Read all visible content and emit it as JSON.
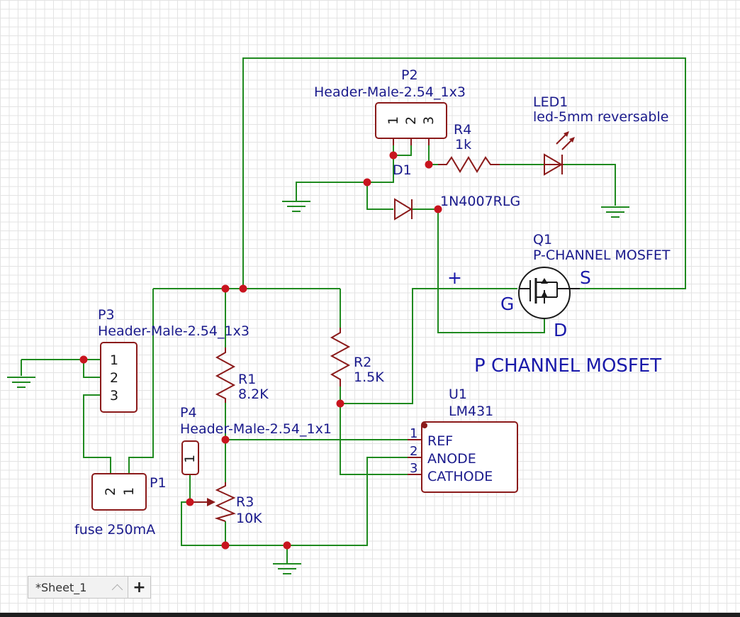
{
  "components": {
    "p2": {
      "ref": "P2",
      "value": "Header-Male-2.54_1x3",
      "pins": [
        "1",
        "2",
        "3"
      ]
    },
    "led1": {
      "ref": "LED1",
      "value": "led-5mm reversable"
    },
    "r4": {
      "ref": "R4",
      "value": "1k"
    },
    "d1": {
      "ref": "D1",
      "value": "1N4007RLG"
    },
    "q1": {
      "ref": "Q1",
      "value": "P-CHANNEL MOSFET",
      "pin_plus": "+",
      "pin_g": "G",
      "pin_s": "S",
      "pin_d": "D"
    },
    "p3": {
      "ref": "P3",
      "value": "Header-Male-2.54_1x3",
      "pins": [
        "1",
        "2",
        "3"
      ]
    },
    "r1": {
      "ref": "R1",
      "value": "8.2K"
    },
    "r2": {
      "ref": "R2",
      "value": "1.5K"
    },
    "r3": {
      "ref": "R3",
      "value": "10K"
    },
    "p4": {
      "ref": "P4",
      "value": "Header-Male-2.54_1x1",
      "pins": [
        "1"
      ]
    },
    "p1": {
      "ref": "P1",
      "value": "fuse 250mA",
      "pins": [
        "2",
        "1"
      ]
    },
    "u1": {
      "ref": "U1",
      "value": "LM431",
      "pin_numbers": [
        "1",
        "2",
        "3"
      ],
      "pin_names": [
        "REF",
        "ANODE",
        "CATHODE"
      ]
    }
  },
  "annotation": "P CHANNEL MOSFET",
  "sheet_tabs": [
    {
      "label": "*Sheet_1"
    }
  ],
  "add_tab_label": "+",
  "colors": {
    "wire": "#1f8a1f",
    "component": "#8b1a1a",
    "junction": "#c8141e",
    "label": "#1a1a8c"
  }
}
